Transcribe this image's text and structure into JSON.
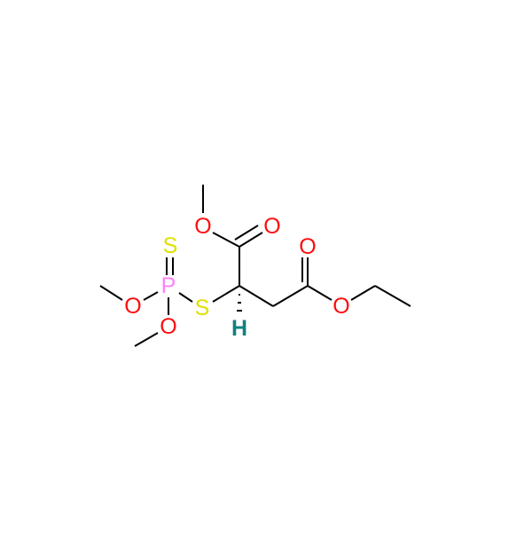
{
  "molecule": {
    "atoms": {
      "o_methoxy_top": "O",
      "o_carbonyl_1": "O",
      "o_carbonyl_2": "O",
      "o_ester_ethyl": "O",
      "s_thioether": "S",
      "s_thione": "S",
      "p": "P",
      "o_p_left": "O",
      "o_p_bottom": "O",
      "h_stereo": "H"
    }
  },
  "colors": {
    "oxygen": "#ff0d0d",
    "sulfur": "#e0e000",
    "phosphorus": "#ff80ff",
    "hydrogen": "#108080",
    "bond": "#000000"
  }
}
